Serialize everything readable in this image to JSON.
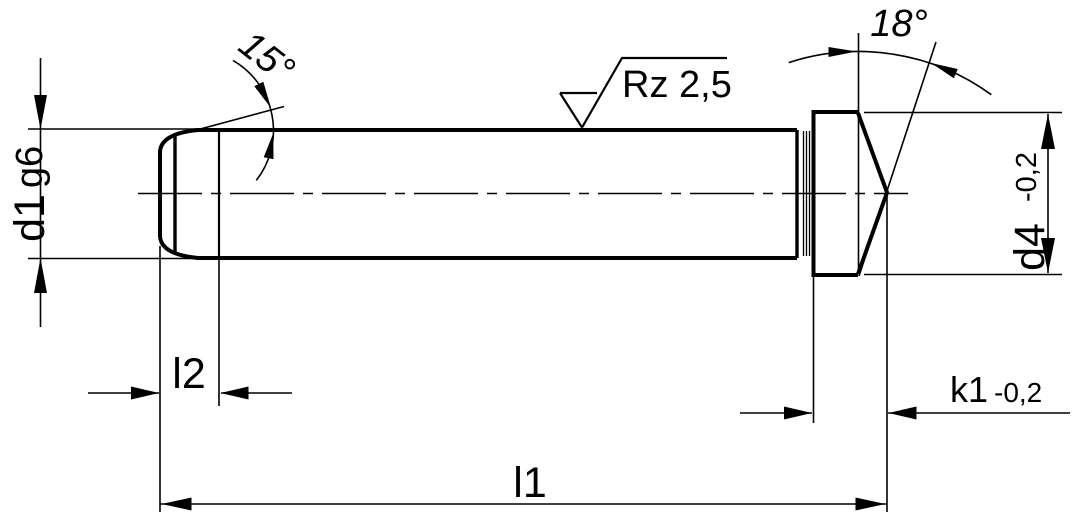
{
  "drawing": {
    "background": "#ffffff",
    "line_color": "#000000"
  },
  "dimensions": {
    "d1": {
      "label": "d1",
      "tolerance": "g6"
    },
    "d4": {
      "label": "d4",
      "tolerance": "-0,2"
    },
    "k1": {
      "label": "k1",
      "tolerance": "-0,2"
    },
    "l1": {
      "label": "l1"
    },
    "l2": {
      "label": "l2"
    },
    "chamfer_angle": {
      "label": "15°"
    },
    "head_cone_angle": {
      "label": "18°"
    },
    "surface_roughness": {
      "label": "Rz 2,5"
    }
  }
}
